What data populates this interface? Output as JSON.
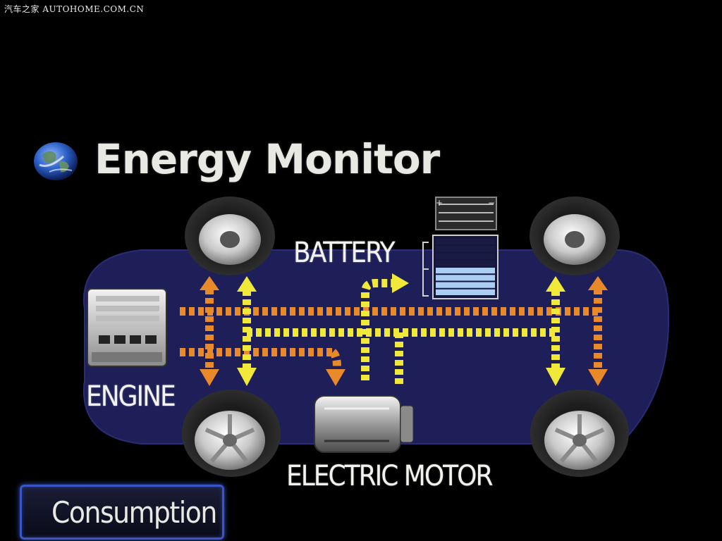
{
  "watermark": "汽车之家 AUTOHOME.COM.CN",
  "title": "Energy Monitor",
  "labels": {
    "battery": "BATTERY",
    "engine": "ENGINE",
    "electric_motor": "ELECTRIC MOTOR"
  },
  "buttons": {
    "consumption": "Consumption"
  },
  "battery_level": 0.55,
  "colors": {
    "engine_flow": "#e8892a",
    "electric_flow": "#f1e93a",
    "body": "#1e1f58",
    "battery_fill": "#a9cdf3",
    "button_border": "#3a55c8"
  }
}
